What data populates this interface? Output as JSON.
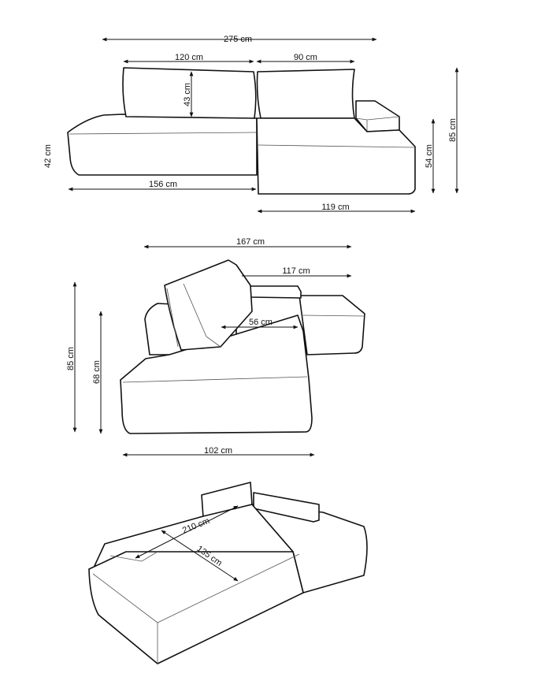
{
  "front_view": {
    "total_width": "275 cm",
    "back_left_width": "120 cm",
    "back_right_width": "90 cm",
    "back_height": "43 cm",
    "seat_height": "42 cm",
    "sofa_depth": "156 cm",
    "chaise_width": "119 cm",
    "chaise_height": "54 cm",
    "total_height": "85 cm"
  },
  "side_view": {
    "total_length": "167 cm",
    "chaise_length": "117 cm",
    "seat_depth": "56 cm",
    "total_height": "85 cm",
    "seat_block_height": "68 cm",
    "depth": "102 cm"
  },
  "bed_view": {
    "bed_length": "210 cm",
    "bed_width": "135 cm"
  }
}
